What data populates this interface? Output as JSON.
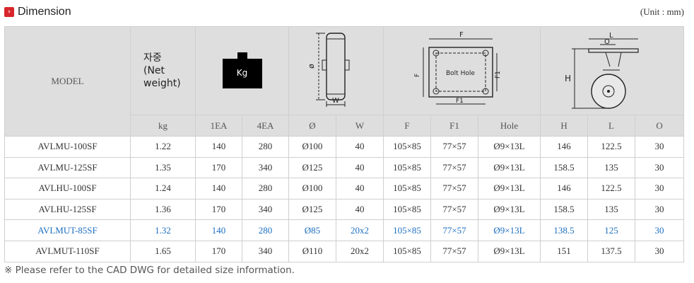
{
  "header": {
    "marker_glyph": "›",
    "title": "Dimension",
    "unit": "(Unit : mm)"
  },
  "table": {
    "model_header": "MODEL",
    "weight_label_lines": [
      "자중",
      "(Net",
      "weight)"
    ],
    "load_box_label": "Kg",
    "diagram_labels": {
      "wheel_phi": "ø",
      "wheel_w": "W",
      "plate_f": "F",
      "plate_f1_side": "F1",
      "plate_f1_bottom": "F1",
      "plate_bolt": "Bolt Hole",
      "caster_l": "L",
      "caster_o": "O",
      "caster_h": "H"
    },
    "subheaders": [
      "kg",
      "1EA",
      "4EA",
      "Ø",
      "W",
      "F",
      "F1",
      "Hole",
      "H",
      "L",
      "O"
    ],
    "rows": [
      {
        "model": "AVLMU-100SF",
        "kg": "1.22",
        "ea1": "140",
        "ea4": "280",
        "phi": "Ø100",
        "w": "40",
        "f": "105×85",
        "f1": "77×57",
        "hole": "Ø9×13L",
        "h": "146",
        "l": "122.5",
        "o": "30"
      },
      {
        "model": "AVLMU-125SF",
        "kg": "1.35",
        "ea1": "170",
        "ea4": "340",
        "phi": "Ø125",
        "w": "40",
        "f": "105×85",
        "f1": "77×57",
        "hole": "Ø9×13L",
        "h": "158.5",
        "l": "135",
        "o": "30"
      },
      {
        "model": "AVLHU-100SF",
        "kg": "1.24",
        "ea1": "140",
        "ea4": "280",
        "phi": "Ø100",
        "w": "40",
        "f": "105×85",
        "f1": "77×57",
        "hole": "Ø9×13L",
        "h": "146",
        "l": "122.5",
        "o": "30"
      },
      {
        "model": "AVLHU-125SF",
        "kg": "1.36",
        "ea1": "170",
        "ea4": "340",
        "phi": "Ø125",
        "w": "40",
        "f": "105×85",
        "f1": "77×57",
        "hole": "Ø9×13L",
        "h": "158.5",
        "l": "135",
        "o": "30"
      },
      {
        "model": "AVLMUT-85SF",
        "kg": "1.32",
        "ea1": "140",
        "ea4": "280",
        "phi": "Ø85",
        "w": "20x2",
        "f": "105×85",
        "f1": "77×57",
        "hole": "Ø9×13L",
        "h": "138.5",
        "l": "125",
        "o": "30"
      },
      {
        "model": "AVLMUT-110SF",
        "kg": "1.65",
        "ea1": "170",
        "ea4": "340",
        "phi": "Ø110",
        "w": "20x2",
        "f": "105×85",
        "f1": "77×57",
        "hole": "Ø9×13L",
        "h": "151",
        "l": "137.5",
        "o": "30"
      }
    ],
    "highlight_row": 4,
    "highlight_color": "#1d6fc1"
  },
  "note": "※ Please refer to the CAD DWG for detailed size information."
}
